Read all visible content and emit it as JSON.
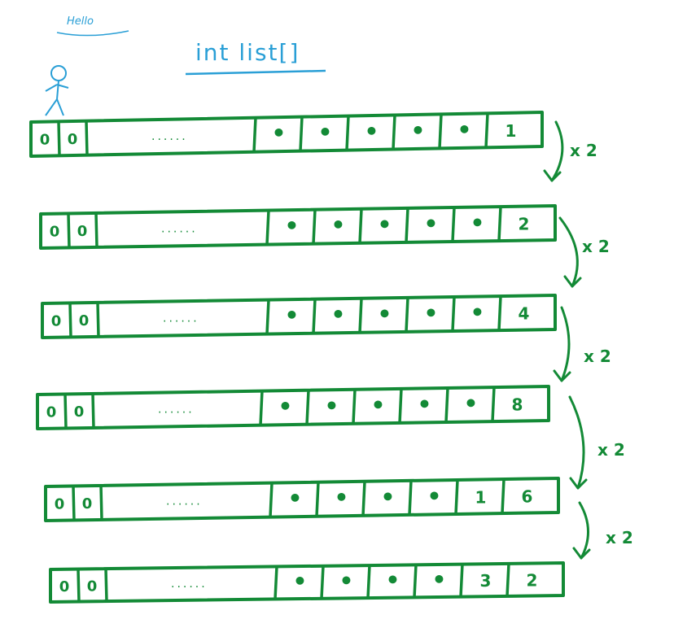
{
  "greeting": "Hello",
  "title": "int list[]",
  "multiplier_label": "x 2",
  "ellipsis": "......",
  "colors": {
    "ink_green": "#138a36",
    "ink_blue": "#2a9fd6"
  },
  "arrays": [
    {
      "lead": [
        "0",
        "0"
      ],
      "cells": [
        "•",
        "•",
        "•",
        "•",
        "•",
        "1"
      ]
    },
    {
      "lead": [
        "0",
        "0"
      ],
      "cells": [
        "•",
        "•",
        "•",
        "•",
        "•",
        "2"
      ]
    },
    {
      "lead": [
        "0",
        "0"
      ],
      "cells": [
        "•",
        "•",
        "•",
        "•",
        "•",
        "4"
      ]
    },
    {
      "lead": [
        "0",
        "0"
      ],
      "cells": [
        "•",
        "•",
        "•",
        "•",
        "•",
        "8"
      ]
    },
    {
      "lead": [
        "0",
        "0"
      ],
      "cells": [
        "•",
        "•",
        "•",
        "•",
        "1",
        "6"
      ]
    },
    {
      "lead": [
        "0",
        "0"
      ],
      "cells": [
        "•",
        "•",
        "•",
        "•",
        "3",
        "2"
      ]
    }
  ]
}
